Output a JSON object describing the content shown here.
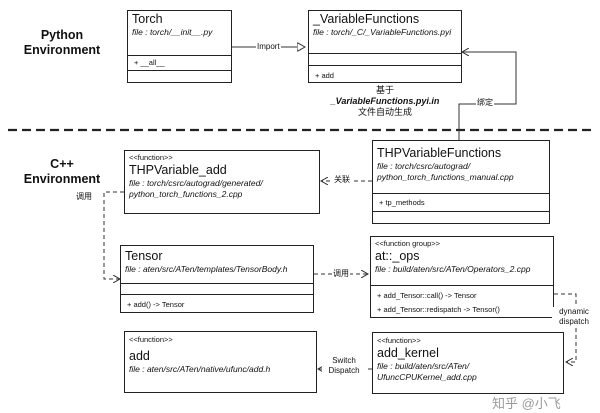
{
  "environments": {
    "python": "Python\nEnvironment",
    "cpp": "C++\nEnvironment"
  },
  "boxes": {
    "torch": {
      "title": "Torch",
      "file": "file : torch/__init__.py",
      "members": [
        "+ __all__"
      ]
    },
    "variable_functions": {
      "title": "_VariableFunctions",
      "file": "file : torch/_C/_VariableFunctions.pyi",
      "members": [
        "+ add"
      ]
    },
    "thp_variable_functions": {
      "title": "THPVariableFunctions",
      "file_lines": [
        "file : torch/csrc/autograd/",
        "python_torch_functions_manual.cpp"
      ],
      "members": [
        "+ tp_methods"
      ]
    },
    "thp_variable_add": {
      "stereotype": "<<function>>",
      "title": "THPVariable_add",
      "file_lines": [
        "file : torch/csrc/autograd/generated/",
        "python_torch_functions_2.cpp"
      ]
    },
    "tensor": {
      "title": "Tensor",
      "file": "file : aten/src/ATen/templates/TensorBody.h",
      "members": [
        "+ add()  -> Tensor"
      ]
    },
    "at_ops": {
      "stereotype": "<<function group>>",
      "title": "at::_ops",
      "file": "file : build/aten/src/ATen/Operators_2.cpp",
      "members": [
        "+ add_Tensor::call() -> Tensor",
        "+ add_Tensor::redispatch -> Tensor()"
      ]
    },
    "add": {
      "stereotype": "<<function>>",
      "title": "add",
      "file": "file : aten/src/ATen/native/ufunc/add.h"
    },
    "add_kernel": {
      "stereotype": "<<function>>",
      "title": "add_kernel",
      "file_lines": [
        "file : build/aten/src/ATen/",
        "UfuncCPUKernel_add.cpp"
      ]
    }
  },
  "edges": {
    "import": "Import",
    "bind": "绑定",
    "relate": "关联",
    "call_left": "调用",
    "call_mid": "调用",
    "dynamic_dispatch": "dynamic\ndispatch",
    "switch_dispatch": "Switch\nDispatch"
  },
  "note": {
    "line1": "基于",
    "line2": "_VariableFunctions.pyi.in",
    "line3": "文件自动生成"
  },
  "watermark": "知乎 @小飞"
}
